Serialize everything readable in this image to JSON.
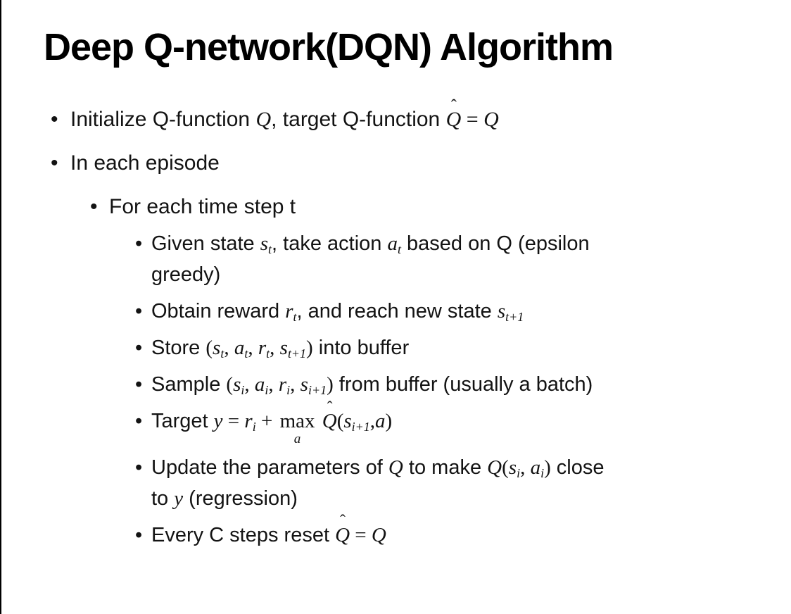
{
  "slide": {
    "title": "Deep Q-network(DQN) Algorithm",
    "background": "#ffffff",
    "text_color": "#131313",
    "border_color": "#000000",
    "bullet_glyph": "•",
    "bullets": [
      {
        "level": 1,
        "segments": [
          {
            "s": "Initialize Q-function "
          },
          {
            "v": "Q"
          },
          {
            "s": ", target Q-function "
          },
          {
            "v": "Q",
            "hat": true
          },
          {
            "m": " = "
          },
          {
            "v": "Q"
          }
        ]
      },
      {
        "level": 1,
        "segments": [
          {
            "s": "In each episode"
          }
        ]
      },
      {
        "level": 2,
        "segments": [
          {
            "s": "For each time step t"
          }
        ]
      },
      {
        "level": 3,
        "segments": [
          {
            "s": "Given state "
          },
          {
            "v": "s",
            "sub": "t"
          },
          {
            "s": ", take action "
          },
          {
            "v": "a",
            "sub": "t"
          },
          {
            "s": " based on Q (epsilon"
          },
          {
            "br": true
          },
          {
            "s": "greedy)"
          }
        ]
      },
      {
        "level": 3,
        "segments": [
          {
            "s": "Obtain reward "
          },
          {
            "v": "r",
            "sub": "t"
          },
          {
            "s": ", and reach new state "
          },
          {
            "v": "s",
            "sub": "t+1"
          }
        ]
      },
      {
        "level": 3,
        "segments": [
          {
            "s": "Store "
          },
          {
            "m": "("
          },
          {
            "v": "s",
            "sub": "t"
          },
          {
            "m": ", "
          },
          {
            "v": "a",
            "sub": "t"
          },
          {
            "m": ", "
          },
          {
            "v": "r",
            "sub": "t"
          },
          {
            "m": ", "
          },
          {
            "v": "s",
            "sub": "t+1"
          },
          {
            "m": ")"
          },
          {
            "s": " into buffer"
          }
        ]
      },
      {
        "level": 3,
        "segments": [
          {
            "s": "Sample "
          },
          {
            "m": "("
          },
          {
            "v": "s",
            "sub": "i"
          },
          {
            "m": ", "
          },
          {
            "v": "a",
            "sub": "i"
          },
          {
            "m": ", "
          },
          {
            "v": "r",
            "sub": "i"
          },
          {
            "m": ", "
          },
          {
            "v": "s",
            "sub": "i+1"
          },
          {
            "m": ")"
          },
          {
            "s": " from buffer (usually a batch)"
          }
        ]
      },
      {
        "level": 3,
        "segments": [
          {
            "s": "Target "
          },
          {
            "v": "y"
          },
          {
            "m": " = "
          },
          {
            "v": "r",
            "sub": "i"
          },
          {
            "m": " + "
          },
          {
            "op": "max",
            "under": "a"
          },
          {
            "m": " "
          },
          {
            "v": "Q",
            "hat": true
          },
          {
            "m": "("
          },
          {
            "v": "s",
            "sub": "i+1"
          },
          {
            "m": ","
          },
          {
            "v": "a"
          },
          {
            "m": ")"
          }
        ]
      },
      {
        "level": 3,
        "segments": [
          {
            "s": "Update the parameters of "
          },
          {
            "v": "Q"
          },
          {
            "s": " to make "
          },
          {
            "v": "Q"
          },
          {
            "m": "("
          },
          {
            "v": "s",
            "sub": "i"
          },
          {
            "m": ", "
          },
          {
            "v": "a",
            "sub": "i"
          },
          {
            "m": ")"
          },
          {
            "s": " close"
          },
          {
            "br": true
          },
          {
            "s": "to "
          },
          {
            "v": "y"
          },
          {
            "s": " (regression)"
          }
        ]
      },
      {
        "level": 3,
        "segments": [
          {
            "s": "Every C steps reset "
          },
          {
            "v": "Q",
            "hat": true
          },
          {
            "m": " = "
          },
          {
            "v": "Q"
          }
        ]
      }
    ]
  }
}
